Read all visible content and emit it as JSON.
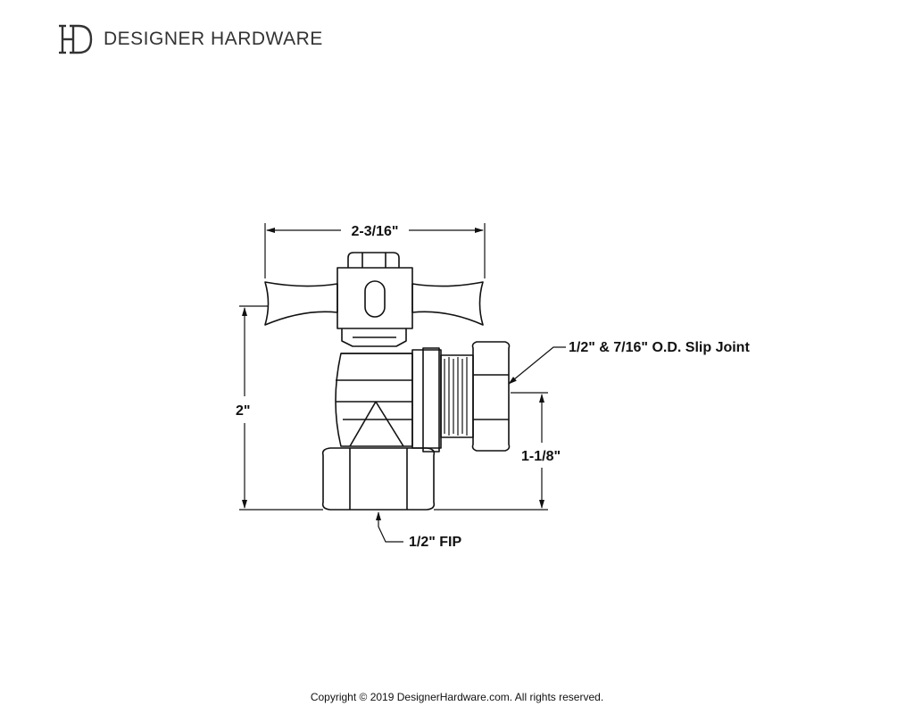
{
  "brand": {
    "name": "DESIGNER HARDWARE",
    "monogram": "DH"
  },
  "dimensions": {
    "width": "2-3/16\"",
    "height": "2\"",
    "outlet_height": "1-1/8\"",
    "inlet": "1/2\" FIP",
    "outlet": "1/2\" & 7/16\" O.D. Slip Joint"
  },
  "footer": {
    "copyright": "Copyright © 2019 DesignerHardware.com. All rights reserved."
  },
  "colors": {
    "line": "#111111",
    "background": "#ffffff"
  }
}
